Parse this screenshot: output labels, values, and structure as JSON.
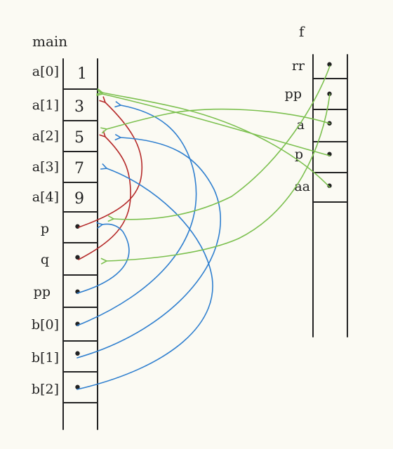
{
  "frames": [
    {
      "title": "main",
      "cells": [
        {
          "label": "a[0]",
          "value": "1"
        },
        {
          "label": "a[1]",
          "value": "3"
        },
        {
          "label": "a[2]",
          "value": "5"
        },
        {
          "label": "a[3]",
          "value": "7"
        },
        {
          "label": "a[4]",
          "value": "9"
        },
        {
          "label": "p",
          "value": "•"
        },
        {
          "label": "q",
          "value": "•"
        },
        {
          "label": "pp",
          "value": "•"
        },
        {
          "label": "b[0]",
          "value": "•"
        },
        {
          "label": "b[1]",
          "value": "•"
        },
        {
          "label": "b[2]",
          "value": "•"
        }
      ]
    },
    {
      "title": "f",
      "cells": [
        {
          "label": "rr",
          "value": "•"
        },
        {
          "label": "pp",
          "value": "•"
        },
        {
          "label": "a",
          "value": "•"
        },
        {
          "label": "p",
          "value": "•"
        },
        {
          "label": "aa",
          "value": "•"
        }
      ]
    }
  ],
  "colors": {
    "red": "#b52a2a",
    "blue": "#2f7fcf",
    "green": "#7cc04f",
    "ink": "#222222"
  }
}
